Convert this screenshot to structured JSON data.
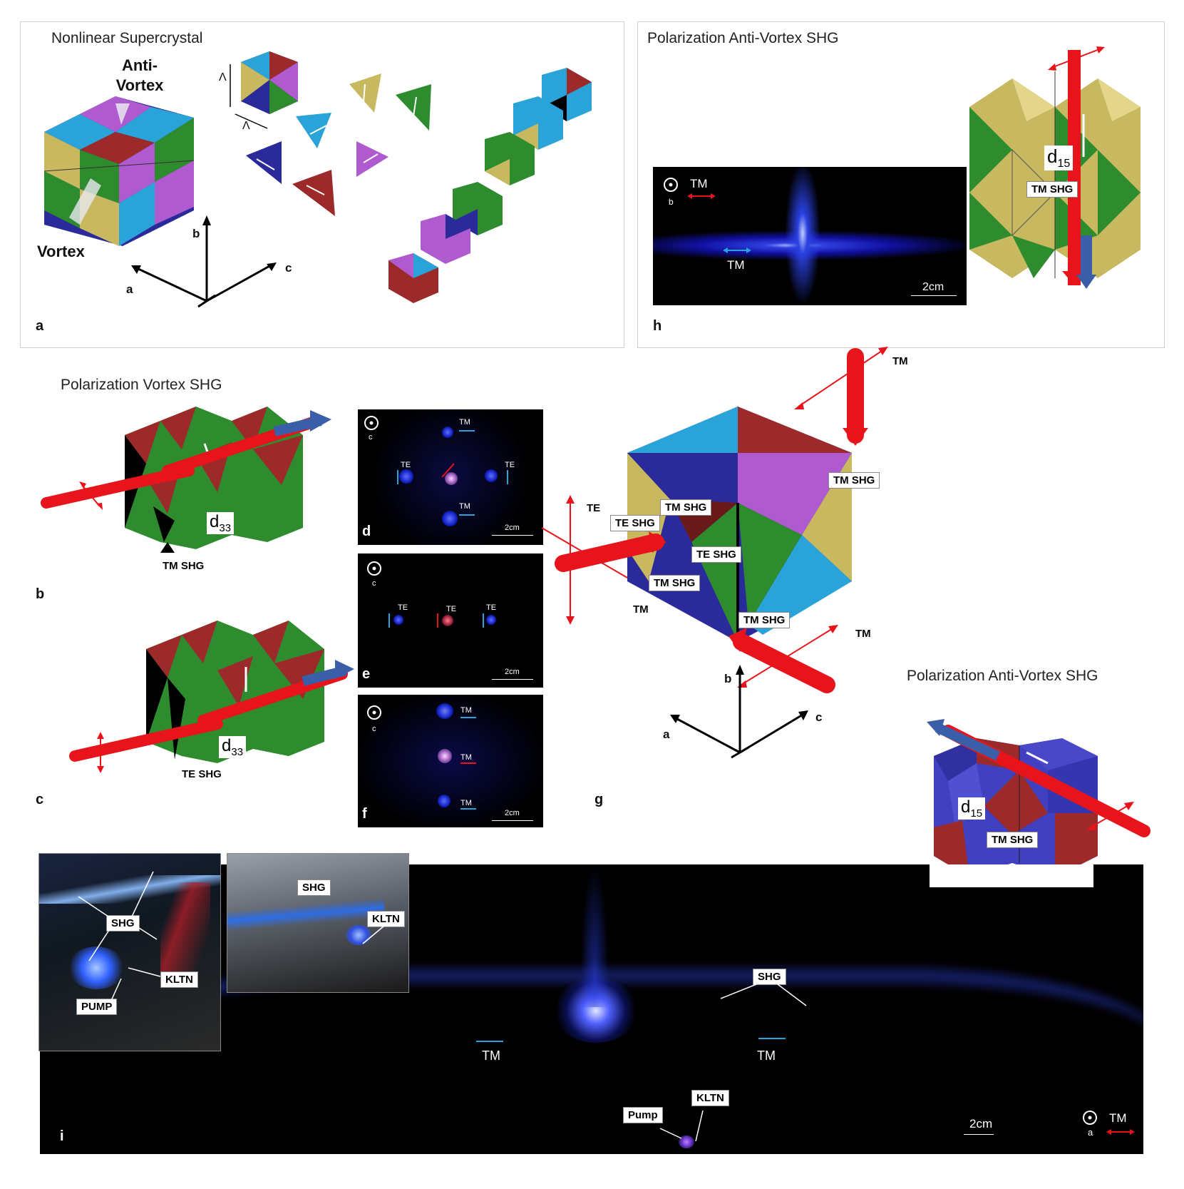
{
  "panel_a": {
    "title": "Nonlinear Supercrystal",
    "anti_vortex": "Anti-Vortex",
    "vortex": "Vortex",
    "lambda": "Λ",
    "axis_a": "a",
    "axis_b": "b",
    "axis_c": "c",
    "label": "a"
  },
  "panel_h": {
    "title": "Polarization Anti-Vortex SHG",
    "tm_top": "TM",
    "tm_mid": "TM",
    "axis": "b",
    "scale": "2cm",
    "d15": "d",
    "d15_sub": "15",
    "tm_shg": "TM SHG",
    "label": "h"
  },
  "panel_b": {
    "title": "Polarization Vortex SHG",
    "d33": "d",
    "d33_sub": "33",
    "tm_shg": "TM SHG",
    "label": "b"
  },
  "panel_c": {
    "d33": "d",
    "d33_sub": "33",
    "te_shg": "TE SHG",
    "label": "c"
  },
  "panel_d": {
    "axis": "c",
    "tm_top": "TM",
    "tm_bottom": "TM",
    "te_left": "TE",
    "te_right": "TE",
    "scale": "2cm",
    "label": "d"
  },
  "panel_e": {
    "axis": "c",
    "te_left": "TE",
    "te_mid": "TE",
    "te_right": "TE",
    "scale": "2cm",
    "label": "e"
  },
  "panel_f": {
    "axis": "c",
    "tm_top": "TM",
    "tm_mid": "TM",
    "tm_bottom": "TM",
    "scale": "2cm",
    "label": "f"
  },
  "panel_g": {
    "tm_top": "TM",
    "tm_right": "TM",
    "te_left": "TE",
    "tm_left": "TM",
    "tm_shg_right": "TM SHG",
    "tm_shg_1": "TM SHG",
    "te_shg_left": "TE SHG",
    "te_shg_mid": "TE SHG",
    "tm_shg_2": "TM SHG",
    "tm_shg_bottom": "TM SHG",
    "axis_a": "a",
    "axis_b": "b",
    "axis_c": "c",
    "label": "g"
  },
  "panel_av2": {
    "title": "Polarization Anti-Vortex SHG",
    "d15": "d",
    "d15_sub": "15",
    "tm_shg": "TM SHG"
  },
  "panel_i": {
    "inset1_shg": "SHG",
    "inset1_kltn": "KLTN",
    "inset1_pump": "PUMP",
    "inset2_shg": "SHG",
    "inset2_kltn": "KLTN",
    "shg": "SHG",
    "tm_left": "TM",
    "tm_right": "TM",
    "kltn": "KLTN",
    "pump": "Pump",
    "scale": "2cm",
    "axis": "a",
    "tm": "TM",
    "label": "i"
  },
  "colors": {
    "red": "#e8141c",
    "blue_beam": "#3a5fa8",
    "cyan": "#2aa4d8",
    "green": "#2e8b2e",
    "purple": "#b05ad0",
    "olive": "#c8b860",
    "darkblue": "#2a2a9a",
    "maroon": "#9c2a2a"
  }
}
